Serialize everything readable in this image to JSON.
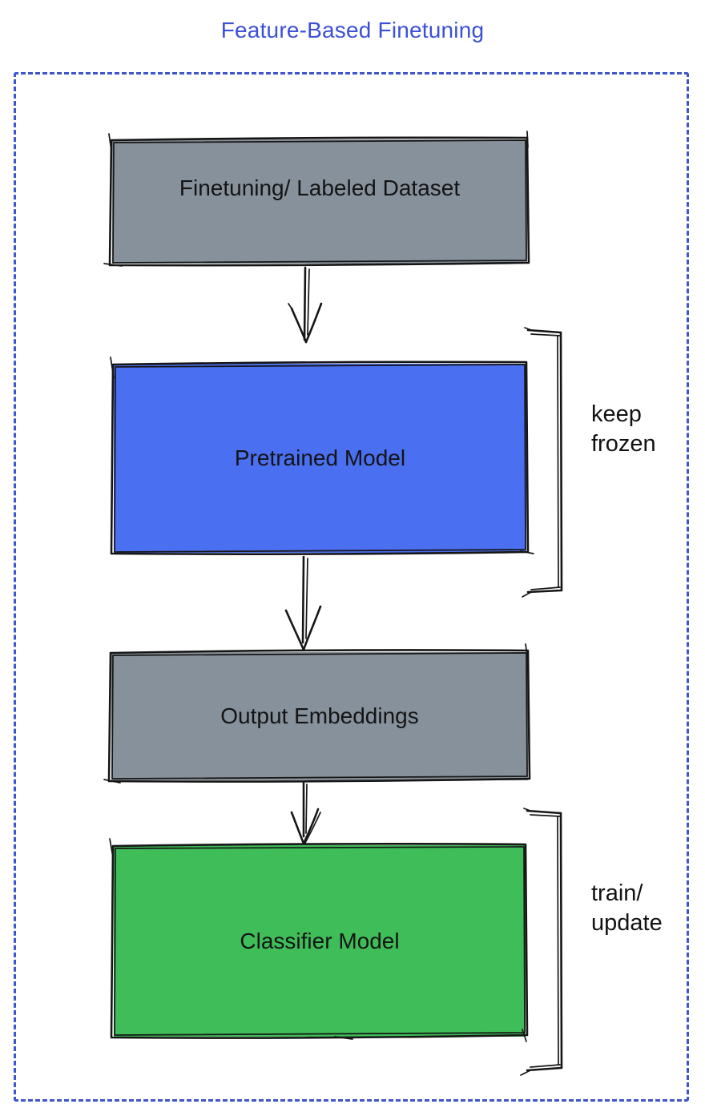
{
  "title": "Feature-Based Finetuning",
  "colors": {
    "title_text": "#3b50d6",
    "frame_border": "#3f55cb",
    "sketch_stroke": "#161616",
    "gray_fill": "#87919b",
    "blue_fill": "#4a6ff0",
    "green_fill": "#3ebd58"
  },
  "diagram": {
    "nodes": [
      {
        "id": "finetuning-dataset",
        "label": "Finetuning/ Labeled Dataset",
        "fill": "#87919b"
      },
      {
        "id": "pretrained-model",
        "label": "Pretrained Model",
        "fill": "#4a6ff0"
      },
      {
        "id": "output-embeddings",
        "label": "Output Embeddings",
        "fill": "#87919b"
      },
      {
        "id": "classifier-model",
        "label": "Classifier Model",
        "fill": "#3ebd58"
      }
    ],
    "edges": [
      {
        "from": "finetuning-dataset",
        "to": "pretrained-model"
      },
      {
        "from": "pretrained-model",
        "to": "output-embeddings"
      },
      {
        "from": "output-embeddings",
        "to": "classifier-model"
      }
    ],
    "annotations": [
      {
        "id": "keep-frozen",
        "target": "pretrained-model",
        "label": "keep\nfrozen"
      },
      {
        "id": "train-update",
        "target": "classifier-model",
        "label": "train/\nupdate"
      }
    ]
  }
}
